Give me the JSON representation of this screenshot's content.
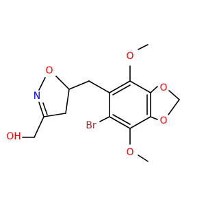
{
  "molecule": {
    "atoms": {
      "o_methoxy_top": "O",
      "o_dioxole_upper": "O",
      "o_dioxole_lower": "O",
      "o_methoxy_bottom": "O",
      "br": "Br",
      "o_isoxazoline": "O",
      "n_isoxazoline": "N",
      "oh": "OH"
    }
  },
  "colors": {
    "bond": "#000000",
    "oxygen": "#ff0000",
    "nitrogen": "#0000ff",
    "bromine": "#a52a2a",
    "carbon": "#000000"
  }
}
